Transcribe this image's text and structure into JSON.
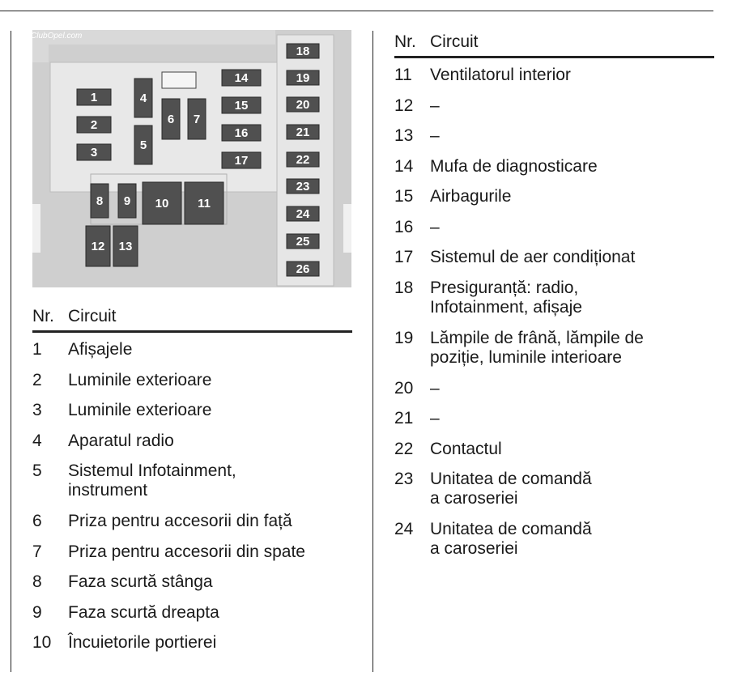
{
  "diagram": {
    "watermark": "ClubOpel.com",
    "fuses": [
      "1",
      "2",
      "3",
      "4",
      "5",
      "6",
      "7",
      "8",
      "9",
      "10",
      "11",
      "12",
      "13",
      "14",
      "15",
      "16",
      "17",
      "18",
      "19",
      "20",
      "21",
      "22",
      "23",
      "24",
      "25",
      "26"
    ]
  },
  "left_table": {
    "header_nr": "Nr.",
    "header_circuit": "Circuit",
    "rows": [
      {
        "nr": "1",
        "circuit": "Afișajele"
      },
      {
        "nr": "2",
        "circuit": "Luminile exterioare"
      },
      {
        "nr": "3",
        "circuit": "Luminile exterioare"
      },
      {
        "nr": "4",
        "circuit": "Aparatul radio"
      },
      {
        "nr": "5",
        "circuit": "Sistemul Infotainment,",
        "circuit2": "instrument"
      },
      {
        "nr": "6",
        "circuit": "Priza pentru accesorii din față"
      },
      {
        "nr": "7",
        "circuit": "Priza pentru accesorii din spate"
      },
      {
        "nr": "8",
        "circuit": "Faza scurtă stânga"
      },
      {
        "nr": "9",
        "circuit": "Faza scurtă dreapta"
      },
      {
        "nr": "10",
        "circuit": "Încuietorile portierei"
      }
    ]
  },
  "right_table": {
    "header_nr": "Nr.",
    "header_circuit": "Circuit",
    "rows": [
      {
        "nr": "11",
        "circuit": "Ventilatorul interior"
      },
      {
        "nr": "12",
        "circuit": "–"
      },
      {
        "nr": "13",
        "circuit": "–"
      },
      {
        "nr": "14",
        "circuit": "Mufa de diagnosticare"
      },
      {
        "nr": "15",
        "circuit": "Airbagurile"
      },
      {
        "nr": "16",
        "circuit": "–"
      },
      {
        "nr": "17",
        "circuit": "Sistemul de aer condiționat"
      },
      {
        "nr": "18",
        "circuit": "Presiguranță: radio,",
        "circuit2": "Infotainment, afișaje"
      },
      {
        "nr": "19",
        "circuit": "Lămpile de frână, lămpile de",
        "circuit2": "poziție, luminile interioare"
      },
      {
        "nr": "20",
        "circuit": "–"
      },
      {
        "nr": "21",
        "circuit": "–"
      },
      {
        "nr": "22",
        "circuit": "Contactul"
      },
      {
        "nr": "23",
        "circuit": "Unitatea de comandă",
        "circuit2": "a caroseriei"
      },
      {
        "nr": "24",
        "circuit": "Unitatea de comandă",
        "circuit2": "a caroseriei"
      }
    ]
  }
}
